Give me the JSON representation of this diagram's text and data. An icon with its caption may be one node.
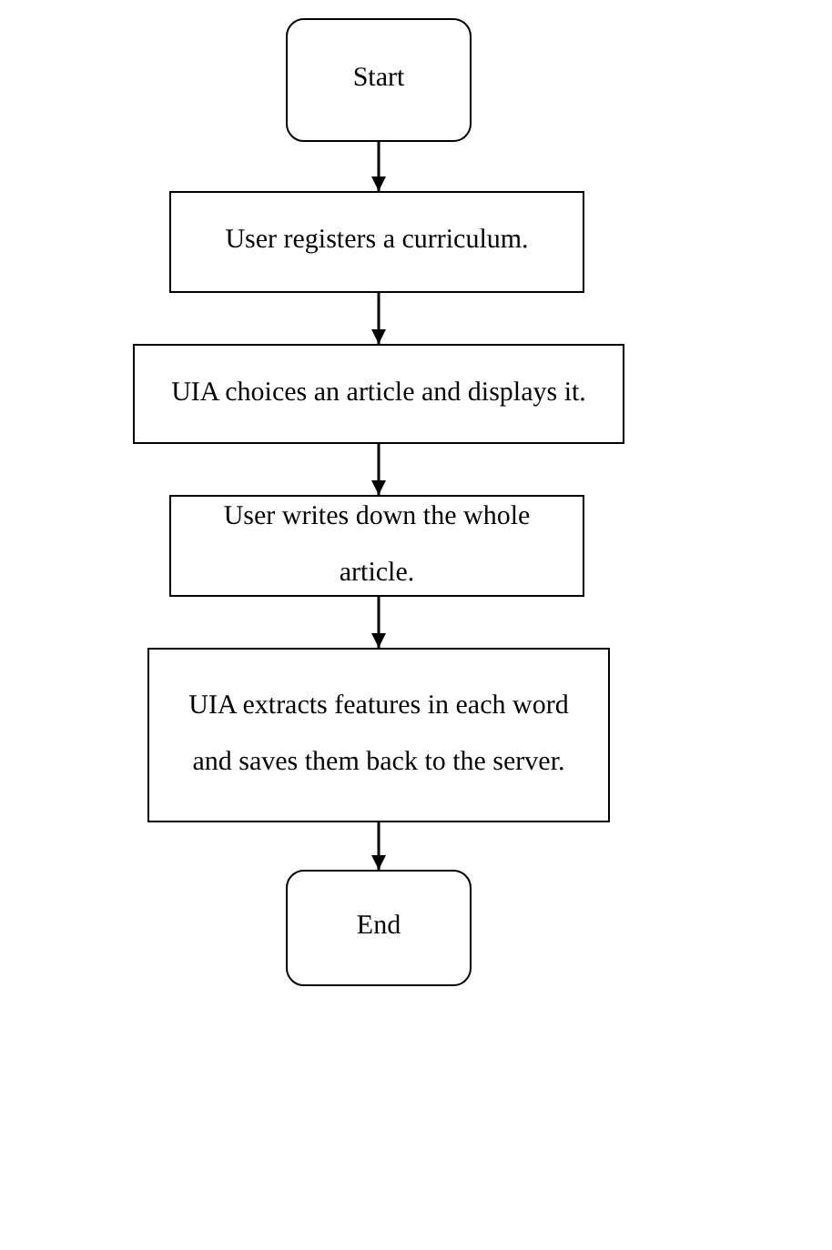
{
  "diagram": {
    "nodes": [
      {
        "text": [
          "Start"
        ]
      },
      {
        "text": [
          "User registers a curriculum."
        ]
      },
      {
        "text": [
          "UIA choices an article and displays it."
        ]
      },
      {
        "text": [
          "User writes down the whole article."
        ]
      },
      {
        "text": [
          "UIA extracts features in each word and saves them back to the server."
        ]
      },
      {
        "text": [
          "End"
        ]
      }
    ],
    "edges": [
      {
        "from": 0,
        "to": 1,
        "arrow": "to"
      },
      {
        "from": 1,
        "to": 2,
        "arrow": "to"
      },
      {
        "from": 2,
        "to": 3,
        "arrow": "to"
      },
      {
        "from": 3,
        "to": 4,
        "arrow": "to"
      },
      {
        "from": 4,
        "to": 5,
        "arrow": "to"
      }
    ]
  }
}
